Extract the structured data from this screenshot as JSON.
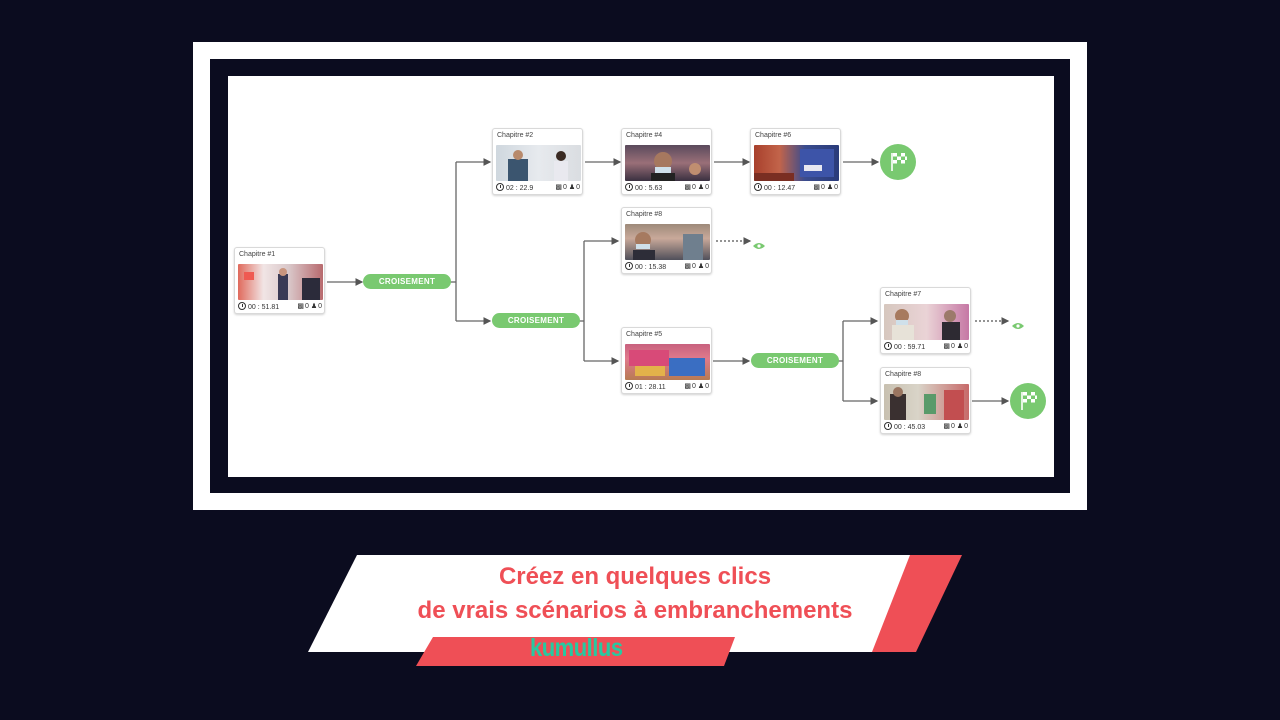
{
  "colors": {
    "background": "#0b0c1f",
    "accent_green": "#79c970",
    "headline_red": "#ef4f56",
    "logo_teal": "#27c9a0",
    "banner_red": "#ef4f56"
  },
  "chapters": [
    {
      "title": "Chapitre #1",
      "duration": "00 : 51.81",
      "count_a": "0",
      "count_b": "0"
    },
    {
      "title": "Chapitre #2",
      "duration": "02 : 22.9",
      "count_a": "0",
      "count_b": "0"
    },
    {
      "title": "Chapitre #4",
      "duration": "00 : 5.63",
      "count_a": "0",
      "count_b": "0"
    },
    {
      "title": "Chapitre #6",
      "duration": "00 : 12.47",
      "count_a": "0",
      "count_b": "0"
    },
    {
      "title": "Chapitre #8",
      "duration": "00 : 15.38",
      "count_a": "0",
      "count_b": "0"
    },
    {
      "title": "Chapitre #5",
      "duration": "01 : 28.11",
      "count_a": "0",
      "count_b": "0"
    },
    {
      "title": "Chapitre #7",
      "duration": "00 : 59.71",
      "count_a": "0",
      "count_b": "0"
    },
    {
      "title": "Chapitre #8",
      "duration": "00 : 45.03",
      "count_a": "0",
      "count_b": "0"
    }
  ],
  "crossings": [
    {
      "label": "CROISEMENT"
    },
    {
      "label": "CROISEMENT"
    },
    {
      "label": "CROISEMENT"
    }
  ],
  "icons": {
    "duration": "clock-icon",
    "count_a": "puzzle-icon",
    "count_b": "person-icon",
    "end": "finish-flag-icon",
    "preview": "eye-icon"
  },
  "headline": {
    "line1": "Créez en quelques clics",
    "line2": "de vrais scénarios à embranchements"
  },
  "logo": {
    "text": "kumullus"
  }
}
